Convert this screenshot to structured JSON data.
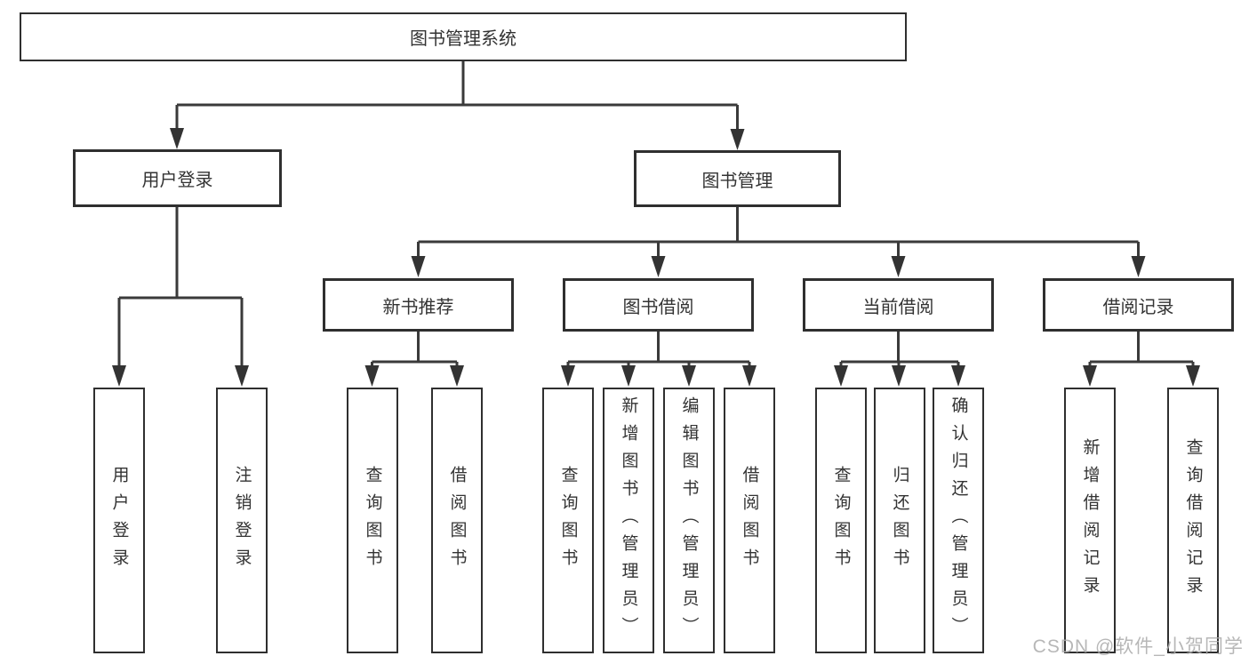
{
  "diagram_title": "图书管理系统",
  "colors": {
    "background": "#ffffff",
    "line": "#3a3a3a",
    "border": "#2f2f2f",
    "text": "#333333",
    "watermark": "#ababab"
  },
  "tree": {
    "root": {
      "label": "图书管理系统"
    },
    "user_login": {
      "label": "用户登录",
      "children": [
        "用户登录",
        "注销登录"
      ]
    },
    "book_mgmt": {
      "label": "图书管理"
    },
    "new_book_rec": {
      "label": "新书推荐",
      "children": [
        "查询图书",
        "借阅图书"
      ]
    },
    "book_borrow": {
      "label": "图书借阅",
      "children": [
        "查询图书",
        "新增图书（管理员）",
        "编辑图书（管理员）",
        "借阅图书"
      ]
    },
    "current_borrow": {
      "label": "当前借阅",
      "children": [
        "查询图书",
        "归还图书",
        "确认归还（管理员）"
      ]
    },
    "borrow_records": {
      "label": "借阅记录",
      "children": [
        "新增借阅记录",
        "查询借阅记录"
      ]
    }
  },
  "watermark": "CSDN @软件_小贺同学"
}
